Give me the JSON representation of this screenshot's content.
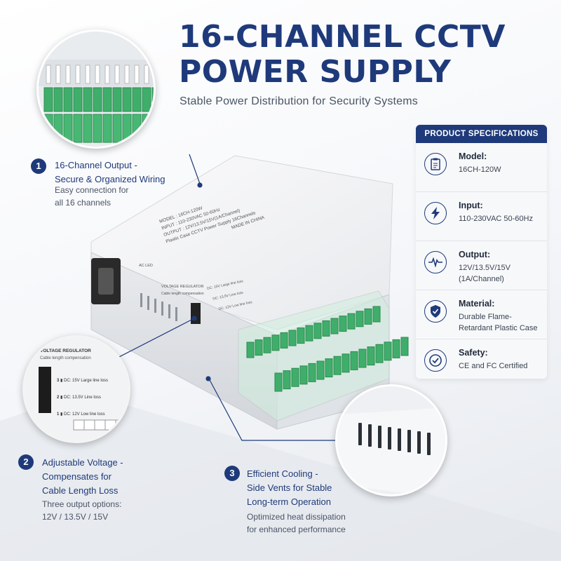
{
  "header": {
    "title": "16-CHANNEL CCTV POWER SUPPLY",
    "subtitle": "Stable Power Distribution for Security Systems"
  },
  "specs": {
    "heading": "PRODUCT SPECIFICATIONS",
    "items": [
      {
        "label": "Model:",
        "value": "16CH-120W",
        "icon": "clipboard-icon"
      },
      {
        "label": "Input:",
        "value": "110-230VAC 50-60Hz",
        "icon": "lightning-icon"
      },
      {
        "label": "Output:",
        "value": "12V/13.5V/15V (1A/Channel)",
        "icon": "pulse-icon"
      },
      {
        "label": "Material:",
        "value": "Durable Flame-Retardant Plastic Case",
        "icon": "shield-check-icon"
      },
      {
        "label": "Safety:",
        "value": "CE and FC Certified",
        "icon": "certified-badge-icon"
      }
    ]
  },
  "features": [
    {
      "number": "1",
      "title_line1": "16-Channel Output -",
      "title_line2": "Secure & Organized Wiring",
      "desc_line1": "Easy connection for",
      "desc_line2": "all 16 channels"
    },
    {
      "number": "2",
      "title_line1": "Adjustable Voltage -",
      "title_line2": "Compensates for",
      "title_line3": "Cable Length Loss",
      "desc_line1": "Three output options:",
      "desc_line2": "12V / 13.5V / 15V"
    },
    {
      "number": "3",
      "title_line1": "Efficient Cooling -",
      "title_line2": "Side Vents for Stable",
      "title_line3": "Long-term Operation",
      "desc_line1": "Optimized heat dissipation",
      "desc_line2": "for enhanced performance"
    }
  ],
  "regulator_zoom": {
    "heading": "VOLTAGE REGULATOR",
    "subheading": "Cable length compensation",
    "options": [
      {
        "num": "3",
        "text": "DC: 15V Large line loss"
      },
      {
        "num": "2",
        "text": "DC: 13.5V Line loss"
      },
      {
        "num": "1",
        "text": "DC: 12V Low line loss"
      }
    ]
  },
  "device_label": {
    "lines": [
      "MODEL : 16CH-120W",
      "INPUT : 110-230VAC 50-60Hz",
      "OUTPUT : 12V/13.5V/15V(1A/Channel)",
      "Plastic Case CCTV Power Supply 16Channels",
      "MADE IN CHINA"
    ],
    "ac_led": "AC LED",
    "regulator_title": "VOLTAGE REGULATOR",
    "regulator_sub": "Cable length compensation",
    "options": [
      "DC: 15V Large line loss",
      "DC: 13.5V Line loss",
      "DC: 12V Low line loss"
    ]
  },
  "colors": {
    "accent": "#1f3a7a",
    "terminal_green": "#3fae6a",
    "case_white": "#f2f3f5"
  }
}
